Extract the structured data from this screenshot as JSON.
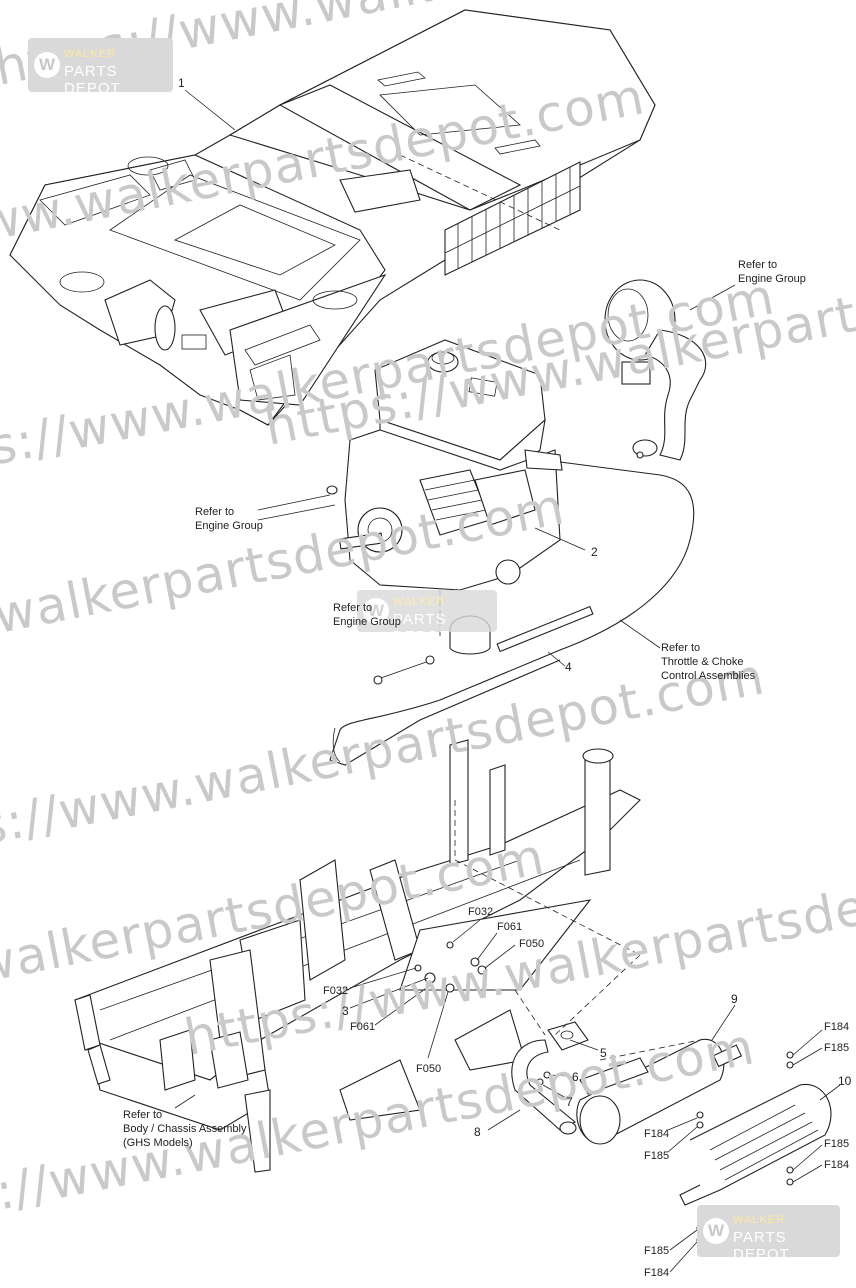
{
  "watermarks": {
    "url_lines": [
      "https://www.walkerpartsdepot.com",
      "https://www.walkerpartsdepot.com",
      "https://www.walkerpartsdepot.com",
      "https://www.walkerpartsdepot.com",
      "https://www.walkerpartsdepot.com",
      "https://www.walkerpartsdepot.com",
      "https://www.walkerpartsdepot.com",
      "https://www.walkerpartsdepot.com",
      "https://www.walkerpartsdepot.com"
    ],
    "logo": {
      "brand_top": "WALKER",
      "brand_bottom": "PARTS DEPOT",
      "mark": "W"
    }
  },
  "callouts": {
    "item_1": "1",
    "item_2": "2",
    "item_3": "3",
    "item_4": "4",
    "item_5": "5",
    "item_6": "6",
    "item_7": "7",
    "item_8": "8",
    "item_9": "9",
    "item_10": "10",
    "f032_a": "F032",
    "f032_b": "F032",
    "f061_a": "F061",
    "f061_b": "F061",
    "f050_a": "F050",
    "f050_b": "F050",
    "f184_a": "F184",
    "f185_a": "F185",
    "f184_b": "F184",
    "f185_b": "F185",
    "f185_c": "F185",
    "f184_c": "F184",
    "f185_d": "F185",
    "f184_d": "F184"
  },
  "references": {
    "engine_group_air": [
      "Refer to",
      "Engine Group"
    ],
    "engine_group_left": [
      "Refer to",
      "Engine Group"
    ],
    "engine_group_filter": [
      "Refer to",
      "Engine Group"
    ],
    "throttle": [
      "Refer to",
      "Throttle & Choke",
      "Control Assemblies"
    ],
    "chassis": [
      "Refer to",
      "Body / Chassis Assembly",
      "(GHS Models)"
    ]
  }
}
